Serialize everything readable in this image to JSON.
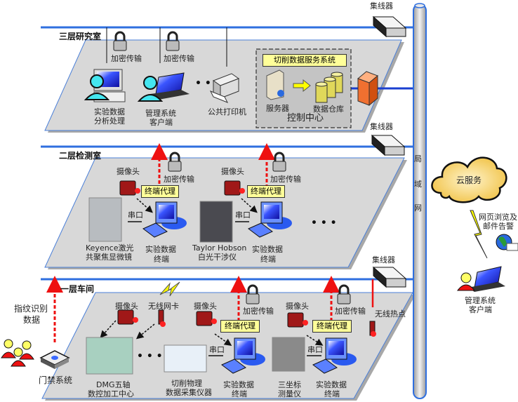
{
  "colors": {
    "lan_line": "#2f6fdf",
    "floor_panel": "#d8d8d8",
    "floor_border": "#4a7fd8",
    "encrypted_arrow": "#ee1111",
    "label_box": "#ffff99",
    "backbone": "#c8c8c8"
  },
  "backbone": {
    "label_chars": [
      "局",
      "域",
      "网"
    ]
  },
  "hubs": [
    {
      "label": "集线器"
    },
    {
      "label": "集线器"
    },
    {
      "label": "集线器"
    }
  ],
  "floor3": {
    "title": "三层研究室",
    "encrypt_labels": [
      "加密传输",
      "加密传输"
    ],
    "nodes": [
      {
        "line1": "实验数据",
        "line2": "分析处理"
      },
      {
        "line1": "管理系统",
        "line2": "客户端"
      },
      {
        "line1": "公共打印机",
        "line2": ""
      }
    ],
    "control_center": {
      "system_title": "切削数据服务系统",
      "server_label": "服务器",
      "warehouse_label": "数据仓库",
      "title": "控制中心"
    }
  },
  "floor2": {
    "title": "二层检测室",
    "camera_label": "摄像头",
    "encrypt_label": "加密传输",
    "agent_label": "终端代理",
    "serial_label": "串口",
    "instruments": [
      {
        "line1": "Keyence激光",
        "line2": "共聚焦显微镜"
      },
      {
        "line1": "Taylor Hobson",
        "line2": "白光干涉仪"
      }
    ],
    "terminal": {
      "line1": "实验数据",
      "line2": "终端"
    },
    "ellipsis": "• • •"
  },
  "floor1": {
    "title": "一层车间",
    "camera_label": "摄像头",
    "wireless_card_label": "无线网卡",
    "encrypt_label": "加密传输",
    "agent_label": "终端代理",
    "serial_label": "串口",
    "hotspot_label": "无线热点",
    "instruments": [
      {
        "line1": "DMG五轴",
        "line2": "数控加工中心"
      },
      {
        "line1": "切削物理",
        "line2": "数据采集仪器"
      },
      {
        "line1": "三坐标",
        "line2": "测量仪"
      }
    ],
    "terminal": {
      "line1": "实验数据",
      "line2": "终端"
    },
    "ellipsis": "• • •"
  },
  "access": {
    "fingerprint_line1": "指纹识别",
    "fingerprint_line2": "数据",
    "system_label": "门禁系统"
  },
  "cloud": {
    "label": "云服务",
    "browse_line1": "网页浏览及",
    "browse_line2": "邮件告警",
    "client_line1": "管理系统",
    "client_line2": "客户端"
  }
}
